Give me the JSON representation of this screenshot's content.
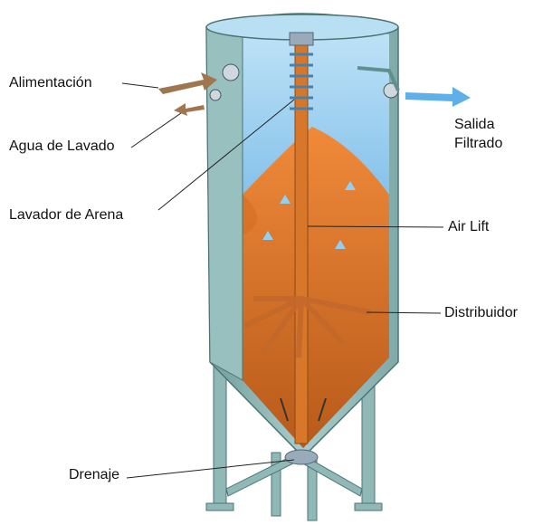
{
  "labels": {
    "feed": "Alimentación",
    "wash_water": "Agua de Lavado",
    "sand_washer": "Lavador de Arena",
    "air_lift": "Air Lift",
    "distributor": "Distribuidor",
    "outlet_line1": "Salida",
    "outlet_line2": "Filtrado",
    "drain": "Drenaje"
  },
  "colors": {
    "shell": "#8fb8b6",
    "shell_dark": "#5f8f8e",
    "water": "#4aa3e0",
    "sand": "#e8782a",
    "arrow": "#a0764e",
    "outlet_arrow": "#5fb0e8"
  }
}
